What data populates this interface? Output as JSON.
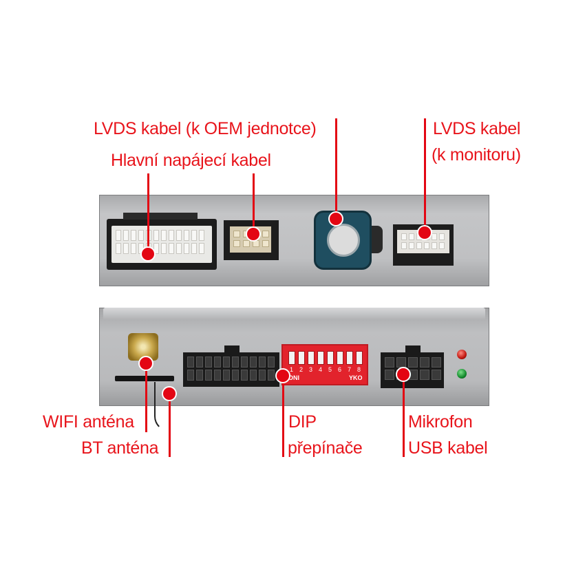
{
  "labels": {
    "lvds_oem": "LVDS kabel (k OEM jednotce)",
    "main_power": "Hlavní napájecí kabel",
    "lvds_monitor_line1": "LVDS kabel",
    "lvds_monitor_line2": "(k monitoru)",
    "wifi": "WIFI anténa",
    "bt": "BT anténa",
    "dip_line1": "DIP",
    "dip_line2": "přepínače",
    "mic_line1": "Mikrofon",
    "mic_line2": "USB kabel"
  },
  "dip_switch": {
    "numbers": [
      "1",
      "2",
      "3",
      "4",
      "5",
      "6",
      "7",
      "8"
    ],
    "left_text": "ONI",
    "right_text": "YKO"
  },
  "colors": {
    "annotation": "#e30613",
    "label_text": "#e8141b",
    "background": "#ffffff",
    "housing": "#bfc0c2",
    "dip_body": "#e2232c",
    "lvds_oem_connector": "#1f4e60"
  }
}
